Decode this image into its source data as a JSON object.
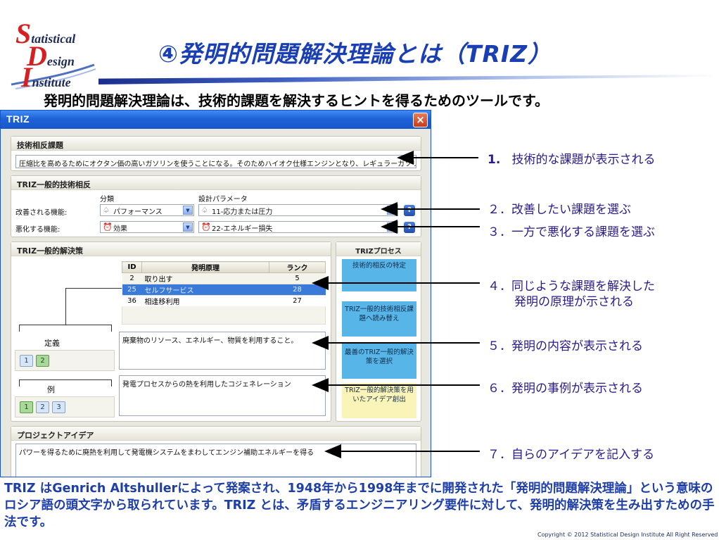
{
  "logo": {
    "line1_cap": "S",
    "line1": "tatistical",
    "line2_cap": "D",
    "line2": "esign",
    "line3_cap": "I",
    "line3": "nstitute"
  },
  "slide": {
    "title": "④発明的問題解決理論とは（TRIZ）",
    "subtitle": "発明的問題解決理論は、技術的課題を解決するヒントを得るためのツールです。"
  },
  "window": {
    "title": "TRIZ",
    "close_label": "×",
    "contradiction": {
      "header": "技術相反課題",
      "text": "圧縮比を高めるためにオクタン価の高いガソリンを使うことになる。そのためハイオク仕様エンジンとなり、レギュラーガソリンが使えない。レギュラ"
    },
    "general": {
      "header": "TRIZ一般的技術相反",
      "col_category": "分類",
      "col_param": "設計パラメータ",
      "improve_label": "改善される機能:",
      "worsen_label": "悪化する機能:",
      "improve_category": "パフォーマンス",
      "improve_param": "11-応力または圧力",
      "worsen_category": "効果",
      "worsen_param": "22-エネルギー損失",
      "help_label": "?"
    },
    "solution": {
      "header": "TRIZ一般的解決策",
      "table_headers": [
        "ID",
        "発明原理",
        "ランク"
      ],
      "rows": [
        {
          "id": "2",
          "name": "取り出す",
          "rank": "5"
        },
        {
          "id": "25",
          "name": "セルフサービス",
          "rank": "28"
        },
        {
          "id": "36",
          "name": "相逢移利用",
          "rank": "27"
        }
      ],
      "definition_label": "定義",
      "definition_buttons": [
        "1",
        "2"
      ],
      "definition_text": "廃棄物のリソース、エネルギー、物質を利用すること。",
      "example_label": "例",
      "example_buttons": [
        "1",
        "2",
        "3"
      ],
      "example_text": "発電プロセスからの熱を利用したコジェネレーション"
    },
    "process": {
      "header": "TRIZプロセス",
      "steps": [
        "技術的相反の特定",
        "TRIZ一般的技術相反課題へ読み替え",
        "最善のTRIZ一般的解決策を選択",
        "TRIZ一般的解決策を用いたアイデア創出"
      ]
    },
    "project": {
      "header": "プロジェクトアイデア",
      "text": "パワーを得るために廃熱を利用して発電機システムをまわしてエンジン補助エネルギーを得る"
    }
  },
  "annotations": {
    "a1_num": "1.",
    "a1": "技術的な課題が表示される",
    "a2": "２．改善したい課題を選ぶ",
    "a3": "３．一方で悪化する課題を選ぶ",
    "a4_l1": "４．同じような課題を解決した",
    "a4_l2": "発明の原理が示される",
    "a5": "５．発明の内容が表示される",
    "a6": "６．発明の事例が表示される",
    "a7": "７．自らのアイデアを記入する"
  },
  "footer": {
    "description": "TRIZ はGenrich Altshullerによって発案され、1948年から1998年までに開発された「発明的問題解決理論」という意味のロシア語の頭文字から取られています。TRIZ とは、矛盾するエンジニアリング要件に対して、発明的解決策を生み出すための手法です。",
    "copyright": "Copyright © 2012  Statistical Design Institute All Right Reserved"
  },
  "colors": {
    "title": "#1a3fb4",
    "annotation": "#2a1a8c",
    "footer_text": "#1e3ea8",
    "selected_row": "#3a7ad8"
  }
}
